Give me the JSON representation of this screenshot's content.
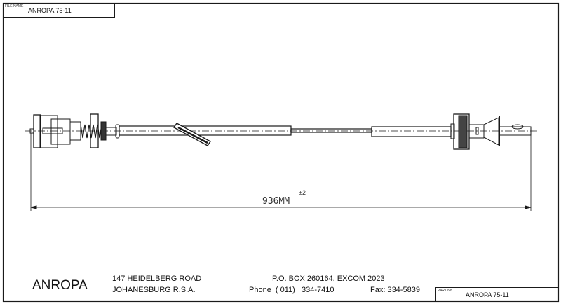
{
  "title_block": {
    "file_name_label": "FILE NAME",
    "file_name": "ANROPA 75-11",
    "part_no_label": "PART No.",
    "part_no": "ANROPA 75-11",
    "company": "ANROPA",
    "address_line1": "147 HEIDELBERG ROAD",
    "address_line2": "JOHANESBURG R.S.A.",
    "po_box": "P.O. BOX 260164, EXCOM 2023",
    "phone": "Phone  ( 011)   334-7410",
    "fax": "Fax: 334-5839"
  },
  "drawing": {
    "overall_length": "936MM",
    "tolerance": "±2",
    "line_color": "#1a1a1a"
  }
}
